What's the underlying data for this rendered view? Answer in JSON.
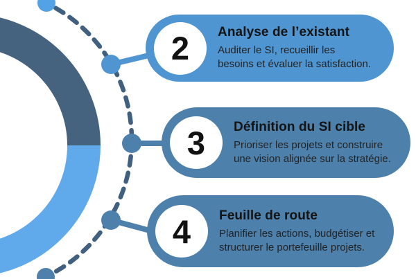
{
  "diagram": {
    "background_color": "#ffffff",
    "ring": {
      "dark_color": "#45637f",
      "light_color": "#60a9ea"
    },
    "dashed_arc": {
      "color": "#41607f"
    },
    "nodes": {
      "light_color": "#54a2e6",
      "muted_color": "#4d80ab"
    },
    "steps": [
      {
        "number": "2",
        "title": "Analyse de l’existant",
        "description": "Auditer le SI, recueillir les\nbesoins et évaluer la satisfaction.",
        "pill_color": "#4f95d1"
      },
      {
        "number": "3",
        "title": "Définition du SI cible",
        "description": "Prioriser les projets et construire\nune vision alignée sur la stratégie.",
        "pill_color": "#4d80ab"
      },
      {
        "number": "4",
        "title": "Feuille de route",
        "description": "Planifier les actions, budgétiser et\nstructurer le portefeuille projets.",
        "pill_color": "#4d80ab"
      }
    ]
  }
}
